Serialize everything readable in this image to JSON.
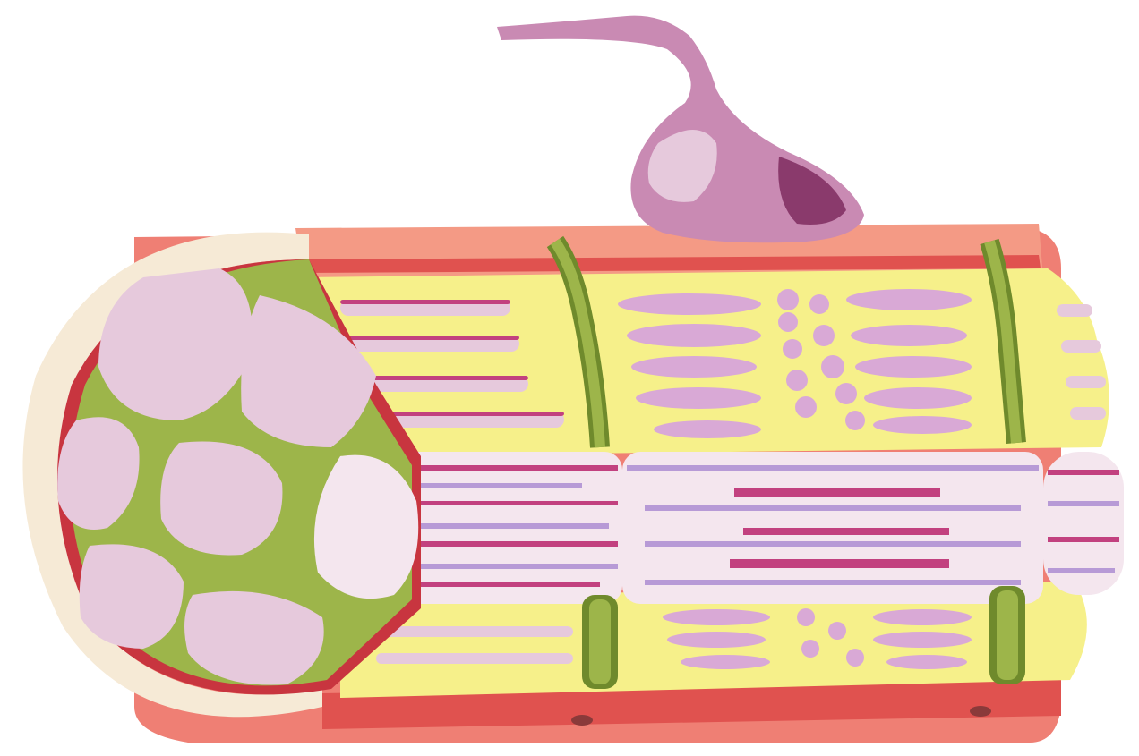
{
  "illustration": {
    "subject": "muscle-fiber-cross-section",
    "labels": [],
    "colors": {
      "background": "#ffffff",
      "sarcolemma": "#ef7f74",
      "sarcolemma_dark": "#e0524f",
      "sarcoplasm": "#f6f08a",
      "t_tubule": "#9db54a",
      "t_tubule_dark": "#6f8a2c",
      "myofibril": "#e6c9dc",
      "myofibril_band_dark": "#c2417f",
      "myofibril_band_mid": "#b79ad6",
      "myofibril_band_light": "#f4e6ee",
      "reticulum": "#d9a9d6",
      "nerve_terminal": "#c98ab3",
      "nerve_dark": "#8a3a6c",
      "cut_face_rim": "#f6ead6",
      "cut_face_red": "#c8353f"
    },
    "icon_names": [
      "nerve-terminal",
      "t-tubule",
      "myofibril",
      "sarcoplasmic-reticulum"
    ]
  }
}
